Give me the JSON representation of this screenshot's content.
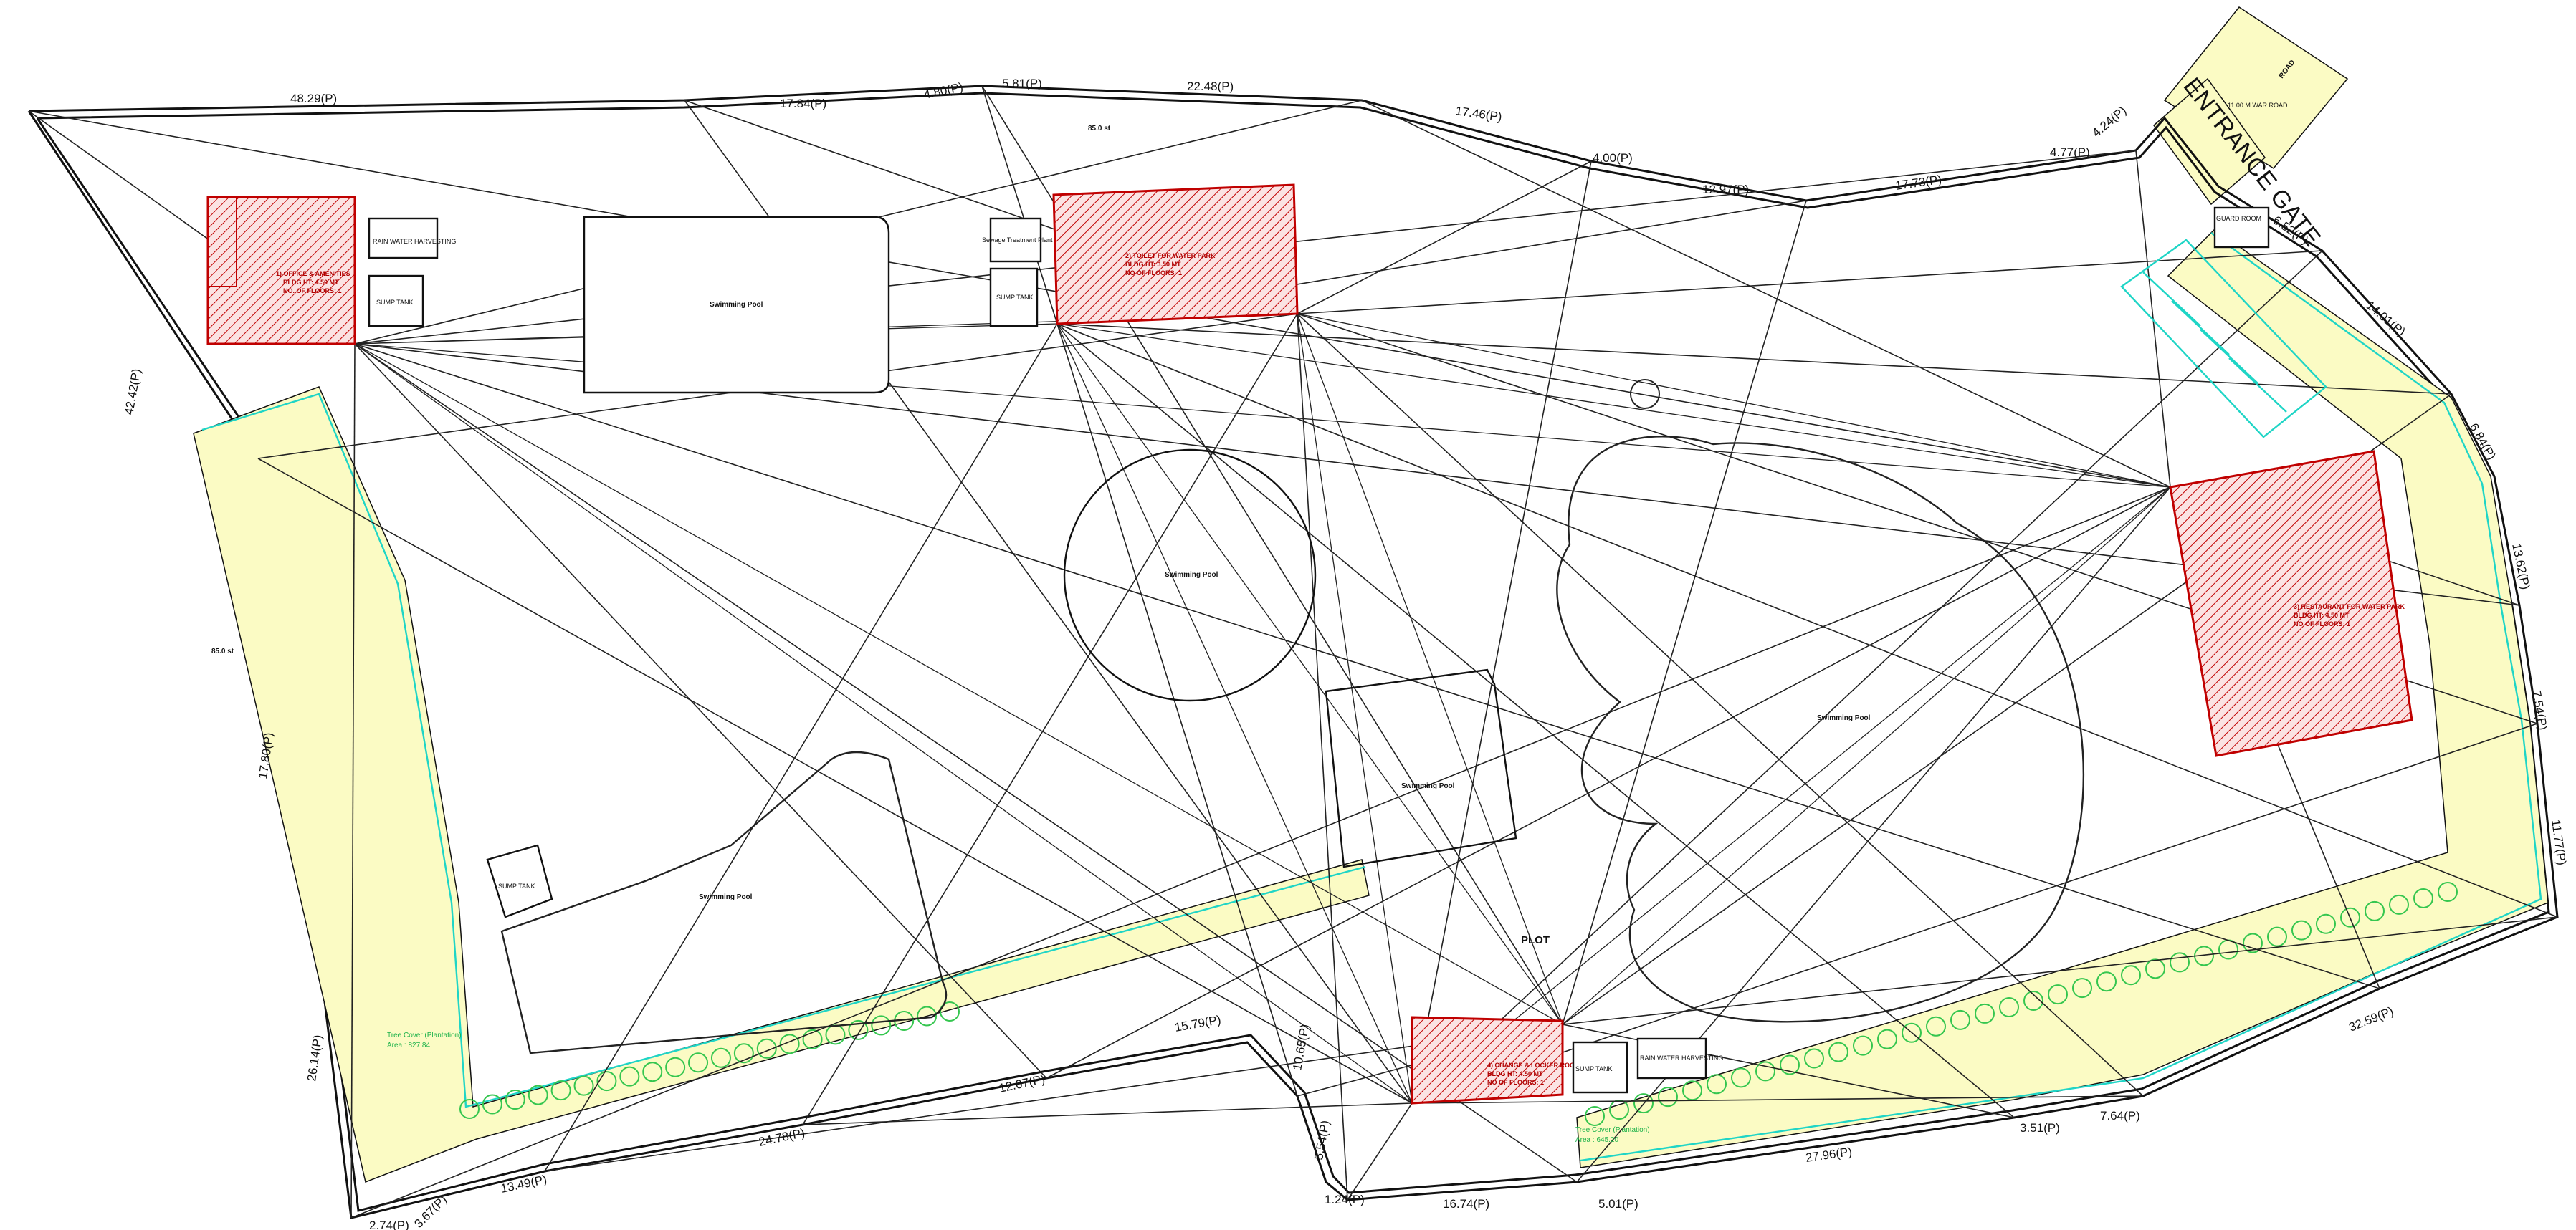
{
  "dimensions": {
    "top": [
      "48.29(P)",
      "17.84(P)",
      "4.80(P)",
      "5.81(P)",
      "22.48(P)",
      "17.46(P)",
      "4.00(P)",
      "12.97(P)",
      "17.73(P)",
      "4.77(P)",
      "4.24(P)"
    ],
    "left": [
      "42.42(P)",
      "17.80(P)",
      "26.14(P)"
    ],
    "right": [
      "6.52(P)",
      "14.01(P)",
      "6.84(P)",
      "13.62(P)",
      "7.54(P)",
      "11.77(P)"
    ],
    "bottom": [
      "32.59(P)",
      "7.64(P)",
      "3.51(P)",
      "27.96(P)",
      "5.01(P)",
      "16.74(P)",
      "1.24(P)",
      "5.54(P)",
      "10.65(P)",
      "15.79(P)",
      "12.07(P)",
      "24.78(P)",
      "13.49(P)",
      "3.67(P)",
      "2.74(P)"
    ]
  },
  "labels": {
    "entrance_gate": "ENTRANCE GATE",
    "road": "ROAD",
    "road_width": "11.00 M WAR ROAD",
    "guard_room": "GUARD ROOM",
    "plot": "PLOT",
    "rwh_1": "RAIN WATER HARVESTING",
    "rwh_2": "RAIN WATER HARVESTING",
    "sump_1": "SUMP TANK",
    "sump_2": "SUMP TANK",
    "sump_3": "SUMP TANK",
    "sump_4": "SUMP TANK",
    "stp": "Sewage Treatment Plant",
    "pool_top": "Swimming Pool",
    "pool_circle_left": "Swimming Pool",
    "pool_circle_right": "Swimming Pool",
    "pool_center": "Swimming Pool",
    "pool_lower_left": "Swimming Pool",
    "tree_cover_left": "Tree Cover (Plantation)",
    "tree_area_left": "Area : 827.84",
    "tree_cover_right": "Tree Cover (Plantation)",
    "tree_area_right": "Area : 645.20",
    "level_left": "85.0 st",
    "level_top": "85.0 st"
  },
  "buildings": {
    "b1": [
      "1) OFFICE & AMENITIES",
      "BLDG HT: 4.50 MT",
      "NO. OF FLOORS: 1"
    ],
    "b2": [
      "2) TOILET FOR WATER PARK",
      "BLDG HT: 3.50 MT",
      "NO OF FLOORS: 1"
    ],
    "b3": [
      "3) RESTAURANT FOR WATER PARK",
      "BLDG HT: 4.50 MT",
      "NO OF FLOORS: 1"
    ],
    "b4": [
      "4) CHANGE & LOCKER ROOMS",
      "BLDG HT: 4.50 MT",
      "NO OF FLOORS: 1"
    ]
  },
  "colors": {
    "hatch_red": "#c00000",
    "tree_yellow": "#fbfbc4",
    "setback_cyan": "#1fd5c6",
    "tree_green": "#35c64f"
  }
}
